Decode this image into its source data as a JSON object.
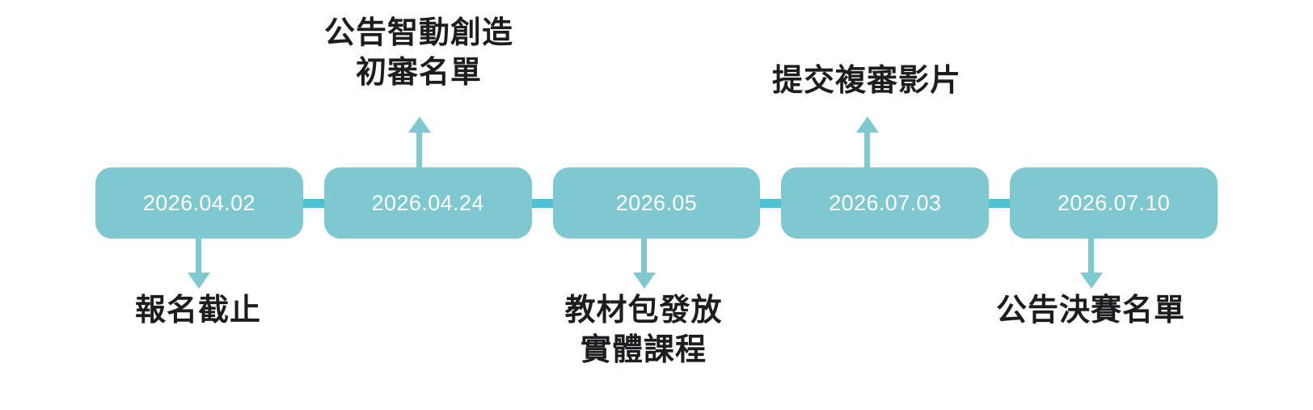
{
  "diagram": {
    "type": "horizontal-milestone-timeline",
    "colors": {
      "chip_fill": "#7fc8d0",
      "connector_fill": "#4fc0d2",
      "arrow_fill": "#7fc8d0",
      "chip_text": "#ffffff",
      "label_text": "#1d1d1f",
      "background": "#ffffff"
    },
    "milestones": [
      {
        "date": "2026.04.02",
        "callout_position": "below",
        "callout_lines": [
          "報名截止"
        ]
      },
      {
        "date": "2026.04.24",
        "callout_position": "above",
        "callout_lines": [
          "公告智動創造",
          "初審名單"
        ]
      },
      {
        "date": "2026.05",
        "callout_position": "below",
        "callout_lines": [
          "教材包發放",
          "實體課程"
        ]
      },
      {
        "date": "2026.07.03",
        "callout_position": "above",
        "callout_lines": [
          "提交複審影片"
        ]
      },
      {
        "date": "2026.07.10",
        "callout_position": "below",
        "callout_lines": [
          "公告決賽名單"
        ]
      }
    ],
    "connector_count": 4
  }
}
